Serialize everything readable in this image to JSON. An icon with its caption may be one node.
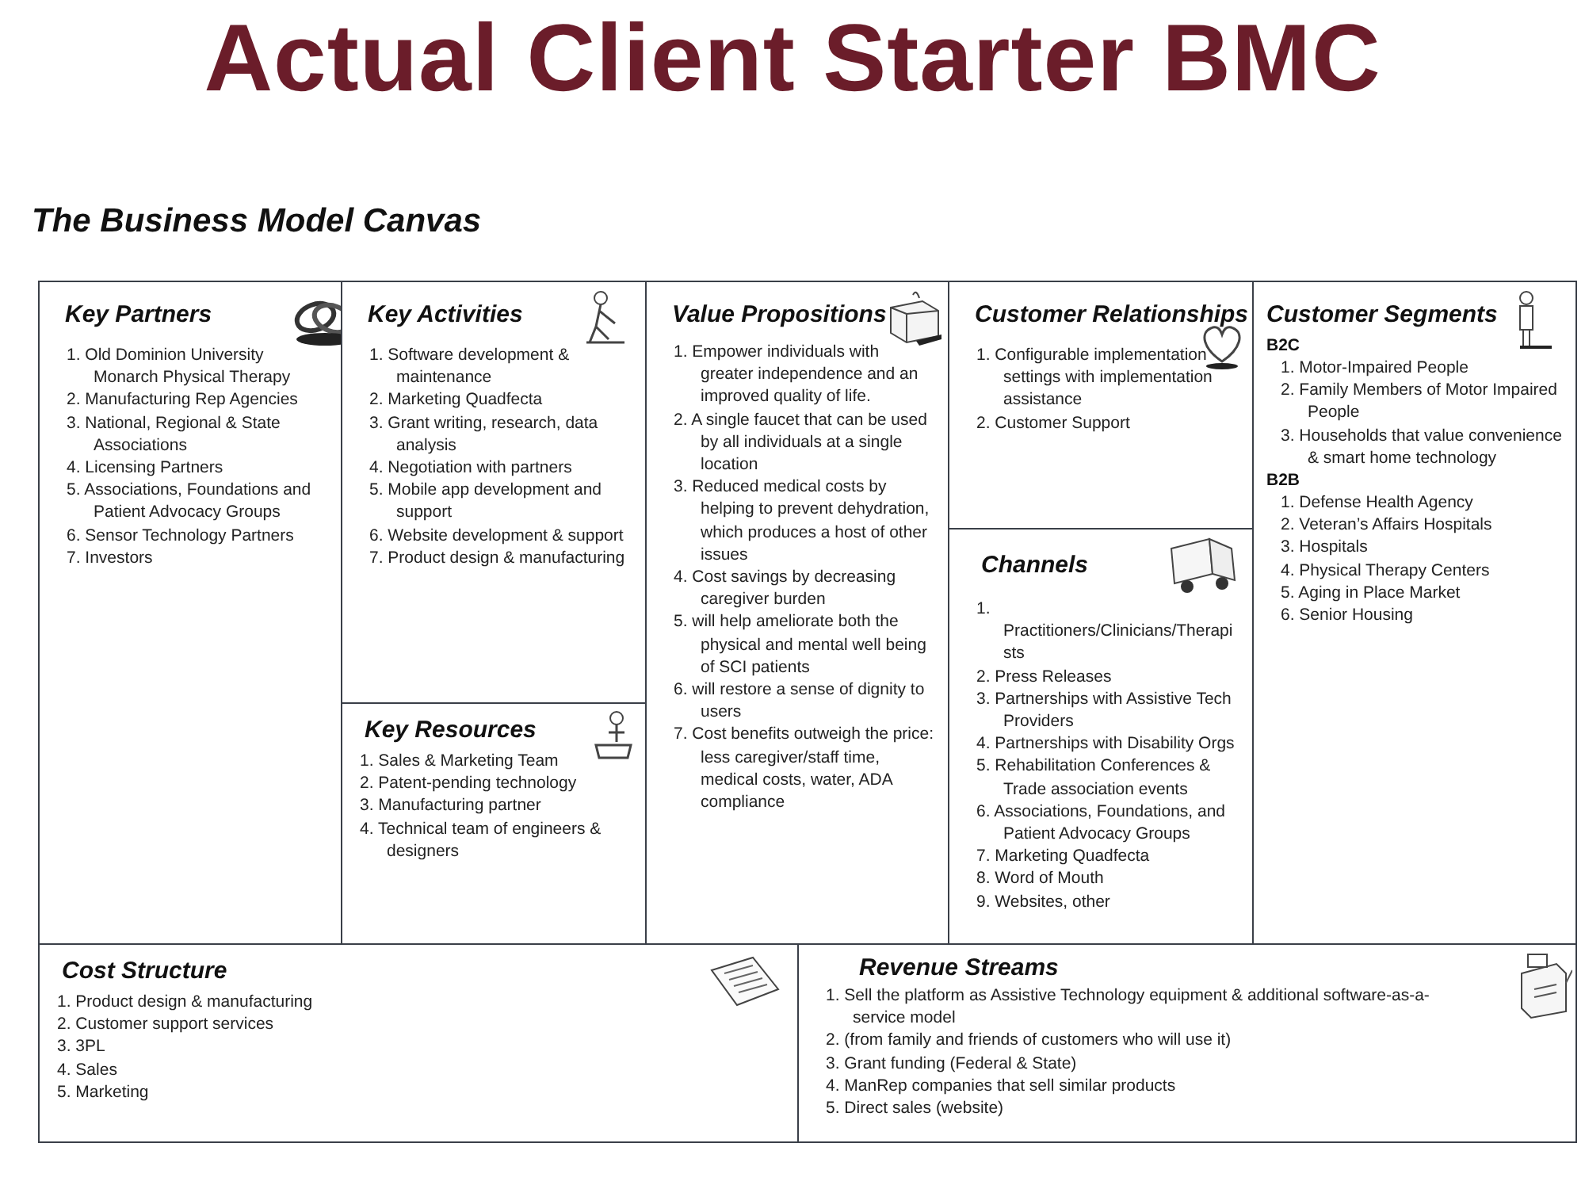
{
  "diagram": {
    "title": "Actual Client Starter BMC",
    "labels": [
      "The Business Model Canvas"
    ],
    "nodes": [
      {
        "text": [
          "Key Partners",
          "1. Old Dominion University Monarch Physical Therapy",
          "2. Manufacturing Rep Agencies",
          "3. National, Regional & State Associations",
          "4. Licensing Partners",
          "5. Associations, Foundations and Patient Advocacy Groups",
          "6. Sensor Technology Partners",
          "7. Investors"
        ]
      },
      {
        "text": [
          "Key Activities",
          "1. Software development & maintenance",
          "2. Marketing Quadfecta",
          "3. Grant writing, research, data analysis",
          "4. Negotiation with partners",
          "5. Mobile app development and support",
          "6. Website development & support",
          "7. Product design & manufacturing"
        ]
      },
      {
        "text": [
          "Key Resources",
          "1. Sales & Marketing Team",
          "2. Patent-pending technology",
          "3. Manufacturing partner",
          "4. Technical team of engineers & designers"
        ]
      },
      {
        "text": [
          "Value Propositions",
          "1. Empower individuals with greater independence and an improved quality of life.",
          "2. A single faucet that can be used by all individuals at a single location",
          "3. Reduced medical costs by helping to prevent dehydration, which produces a host of other issues",
          "4. Cost savings by decreasing caregiver burden",
          "5. will help ameliorate both the physical and mental well being of SCI patients",
          "6. will restore a sense of dignity to users",
          "7. Cost benefits outweigh the price: less caregiver/staff time, medical costs, water, ADA compliance"
        ]
      },
      {
        "text": [
          "Customer Relationships",
          "1. Configurable implementation settings with implementation assistance",
          "2. Customer Support"
        ]
      },
      {
        "text": [
          "Channels",
          "1. Practitioners/Clinicians/Therapists",
          "2. Press Releases",
          "3. Partnerships with Assistive Tech Providers",
          "4. Partnerships with Disability Orgs",
          "5. Rehabilitation Conferences & Trade association events",
          "6. Associations, Foundations, and Patient Advocacy Groups",
          "7. Marketing Quadfecta",
          "8. Word of Mouth",
          "9. Websites, other"
        ]
      },
      {
        "text": [
          "Customer Segments",
          "B2C",
          "1. Motor-Impaired People",
          "2. Family Members of Motor Impaired People",
          "3. Households that value convenience & smart home technology",
          "B2B",
          "1. Defense Health Agency",
          "2. Veteran’s Affairs Hospitals",
          "3. Hospitals",
          "4. Physical Therapy Centers",
          "5. Aging in Place Market",
          "6. Senior Housing"
        ]
      },
      {
        "text": [
          "Cost Structure",
          "1. Product design & manufacturing",
          "2. Customer support services",
          "3. 3PL",
          "4. Sales",
          "5. Marketing"
        ]
      },
      {
        "text": [
          "Revenue Streams",
          "1. Sell the platform as Assistive Technology equipment & additional software-as-a-service model",
          "2. (from family and friends of customers who will use it)",
          "3. Grant funding (Federal & State)",
          "4. ManRep companies that sell similar products",
          "5. Direct sales (website)"
        ]
      }
    ]
  }
}
